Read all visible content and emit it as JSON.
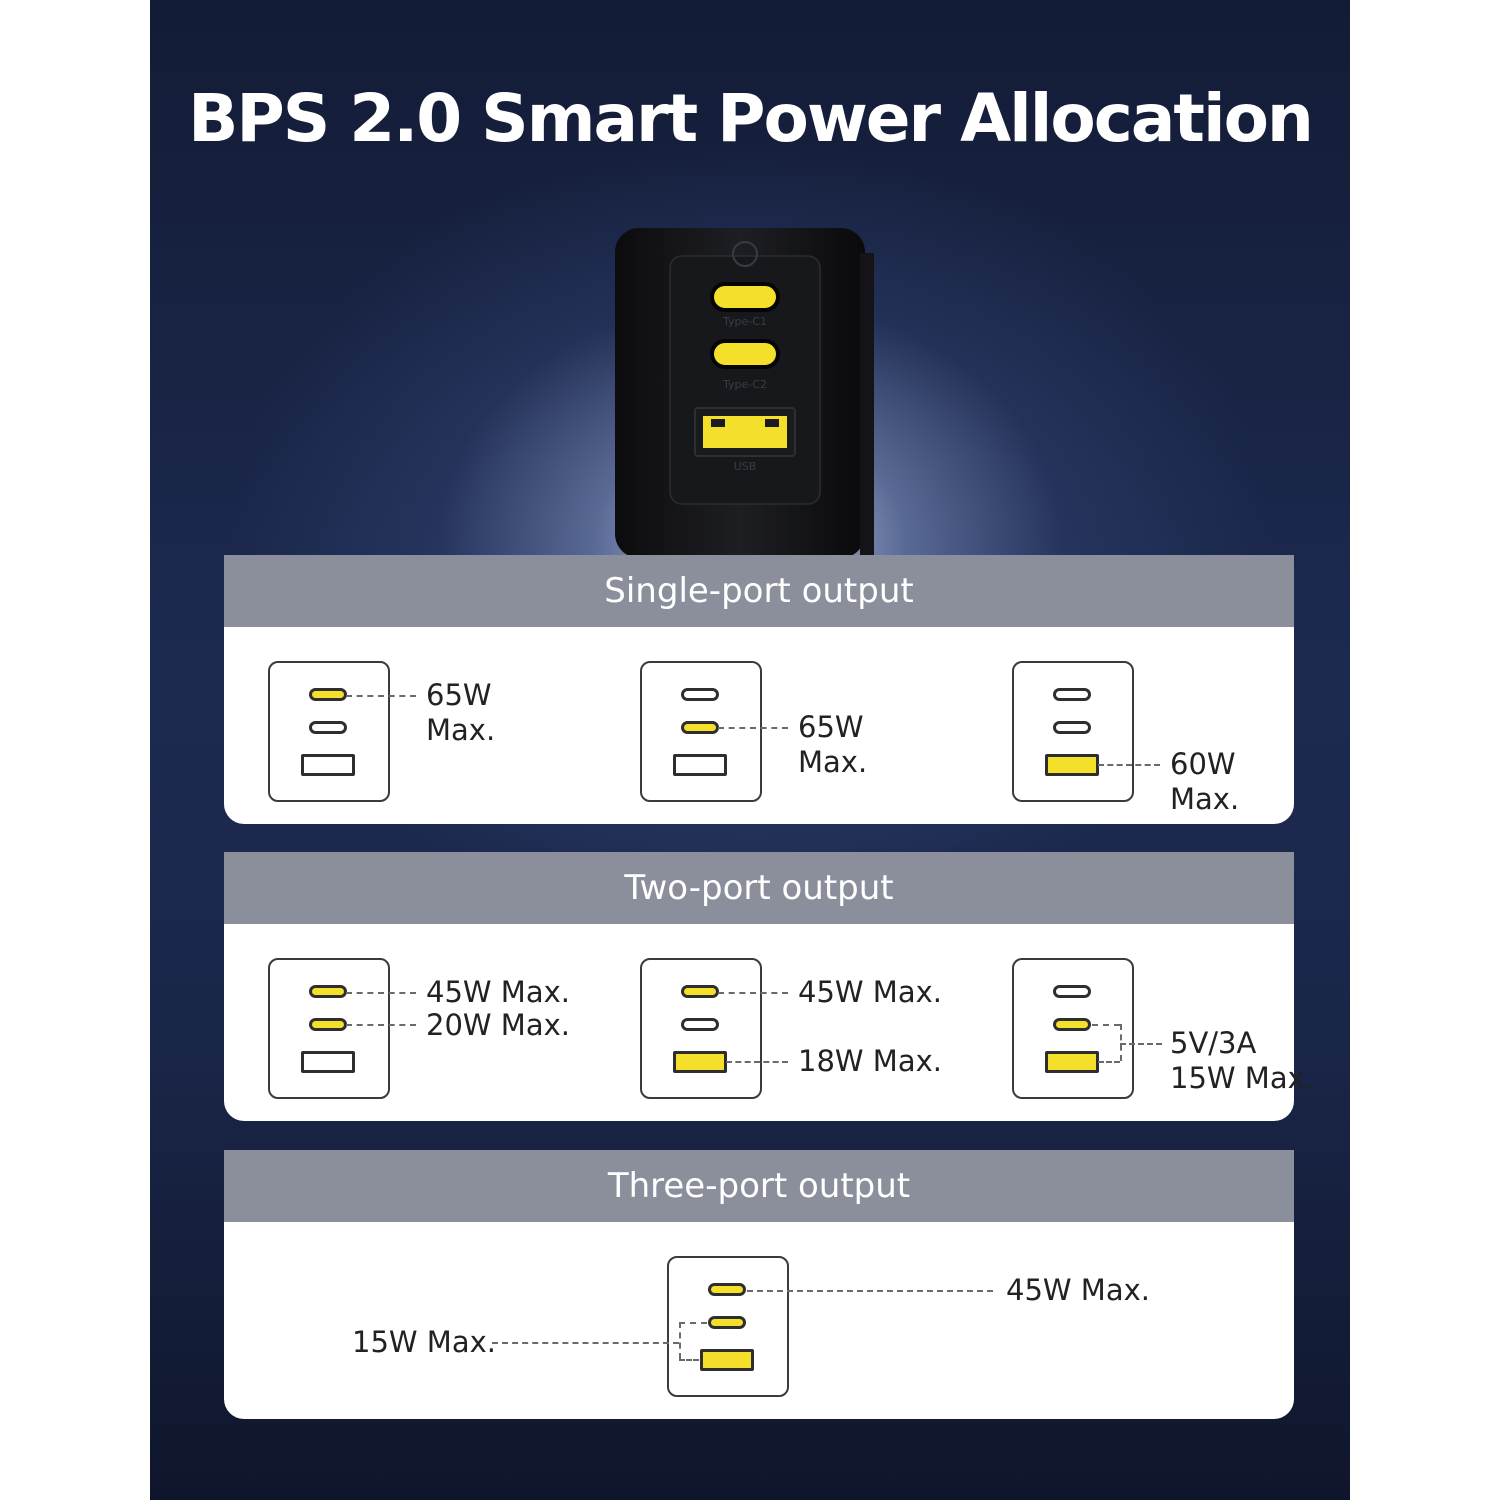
{
  "headline": "BPS 2.0 Smart Power Allocation",
  "charger": {
    "port_c1_label": "Type-C1",
    "port_c2_label": "Type-C2",
    "port_usb_label": "USB"
  },
  "colors": {
    "active_port": "#f4e02b",
    "panel_header": "#8b8f9c",
    "background": "#1d2a50"
  },
  "single": {
    "title": "Single-port output",
    "c1": {
      "watt": "65W",
      "max": "Max."
    },
    "c2": {
      "watt": "65W",
      "max": "Max."
    },
    "usb": {
      "watt": "60W",
      "max": "Max."
    }
  },
  "two": {
    "title": "Two-port output",
    "combo1": {
      "c1": "45W Max.",
      "c2": "20W Max."
    },
    "combo2": {
      "c1": "45W Max.",
      "usb": "18W Max."
    },
    "combo3": {
      "volt": "5V/3A",
      "watt": "15W Max."
    }
  },
  "three": {
    "title": "Three-port output",
    "c1": "45W Max.",
    "shared": "15W Max."
  }
}
